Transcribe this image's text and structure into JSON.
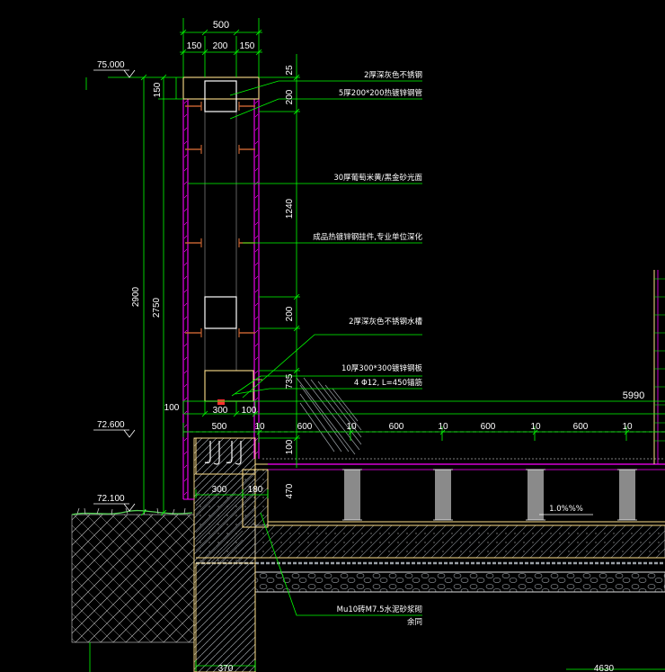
{
  "drawing": {
    "dims_top": {
      "total": "500",
      "left": "150",
      "middle": "200",
      "right": "150"
    },
    "dims_vertical": {
      "d25": "25",
      "d150": "150",
      "d200a": "200",
      "d1240": "1240",
      "d200b": "200",
      "d735": "735",
      "d100v": "100",
      "d470": "470",
      "d2900": "2900",
      "d2750": "2750"
    },
    "dims_horizontal": {
      "d100": "100",
      "d300": "300",
      "d100b": "100",
      "d500": "500",
      "d10a": "10",
      "d600a": "600",
      "d10b": "10",
      "d600b": "600",
      "d10c": "10",
      "d600c": "600",
      "d10d": "10",
      "d600d": "600",
      "d10e": "10",
      "d5990": "5990",
      "d300b": "300",
      "d180": "180",
      "d370": "370",
      "d4630": "4630"
    },
    "levels": {
      "top": "75.000",
      "mid": "72.600",
      "ground": "72.100"
    },
    "notes": {
      "n1": "2厚深灰色不锈钢",
      "n2": "5厚200*200热镀锌钢管",
      "n3": "30厚葡萄米黄/黑金砂光面",
      "n4": "成品热镀锌钢挂件,专业单位深化",
      "n5": "2厚深灰色不锈钢水槽",
      "n6": "10厚300*300镀锌钢板",
      "n7": "4 Φ12, L=450锚筋",
      "n8": "Mu10砖M7.5水泥砂浆砌",
      "n9": "余同",
      "slope": "1.0%%%"
    },
    "colors": {
      "background": "#000000",
      "dimension": "#00ff00",
      "text": "#ffffff",
      "cladding": "#ff00ff",
      "structure": "#ffe08a",
      "hatch": "#9aa0a6",
      "anchor": "#c06030",
      "pier": "#8a8a8a"
    }
  }
}
